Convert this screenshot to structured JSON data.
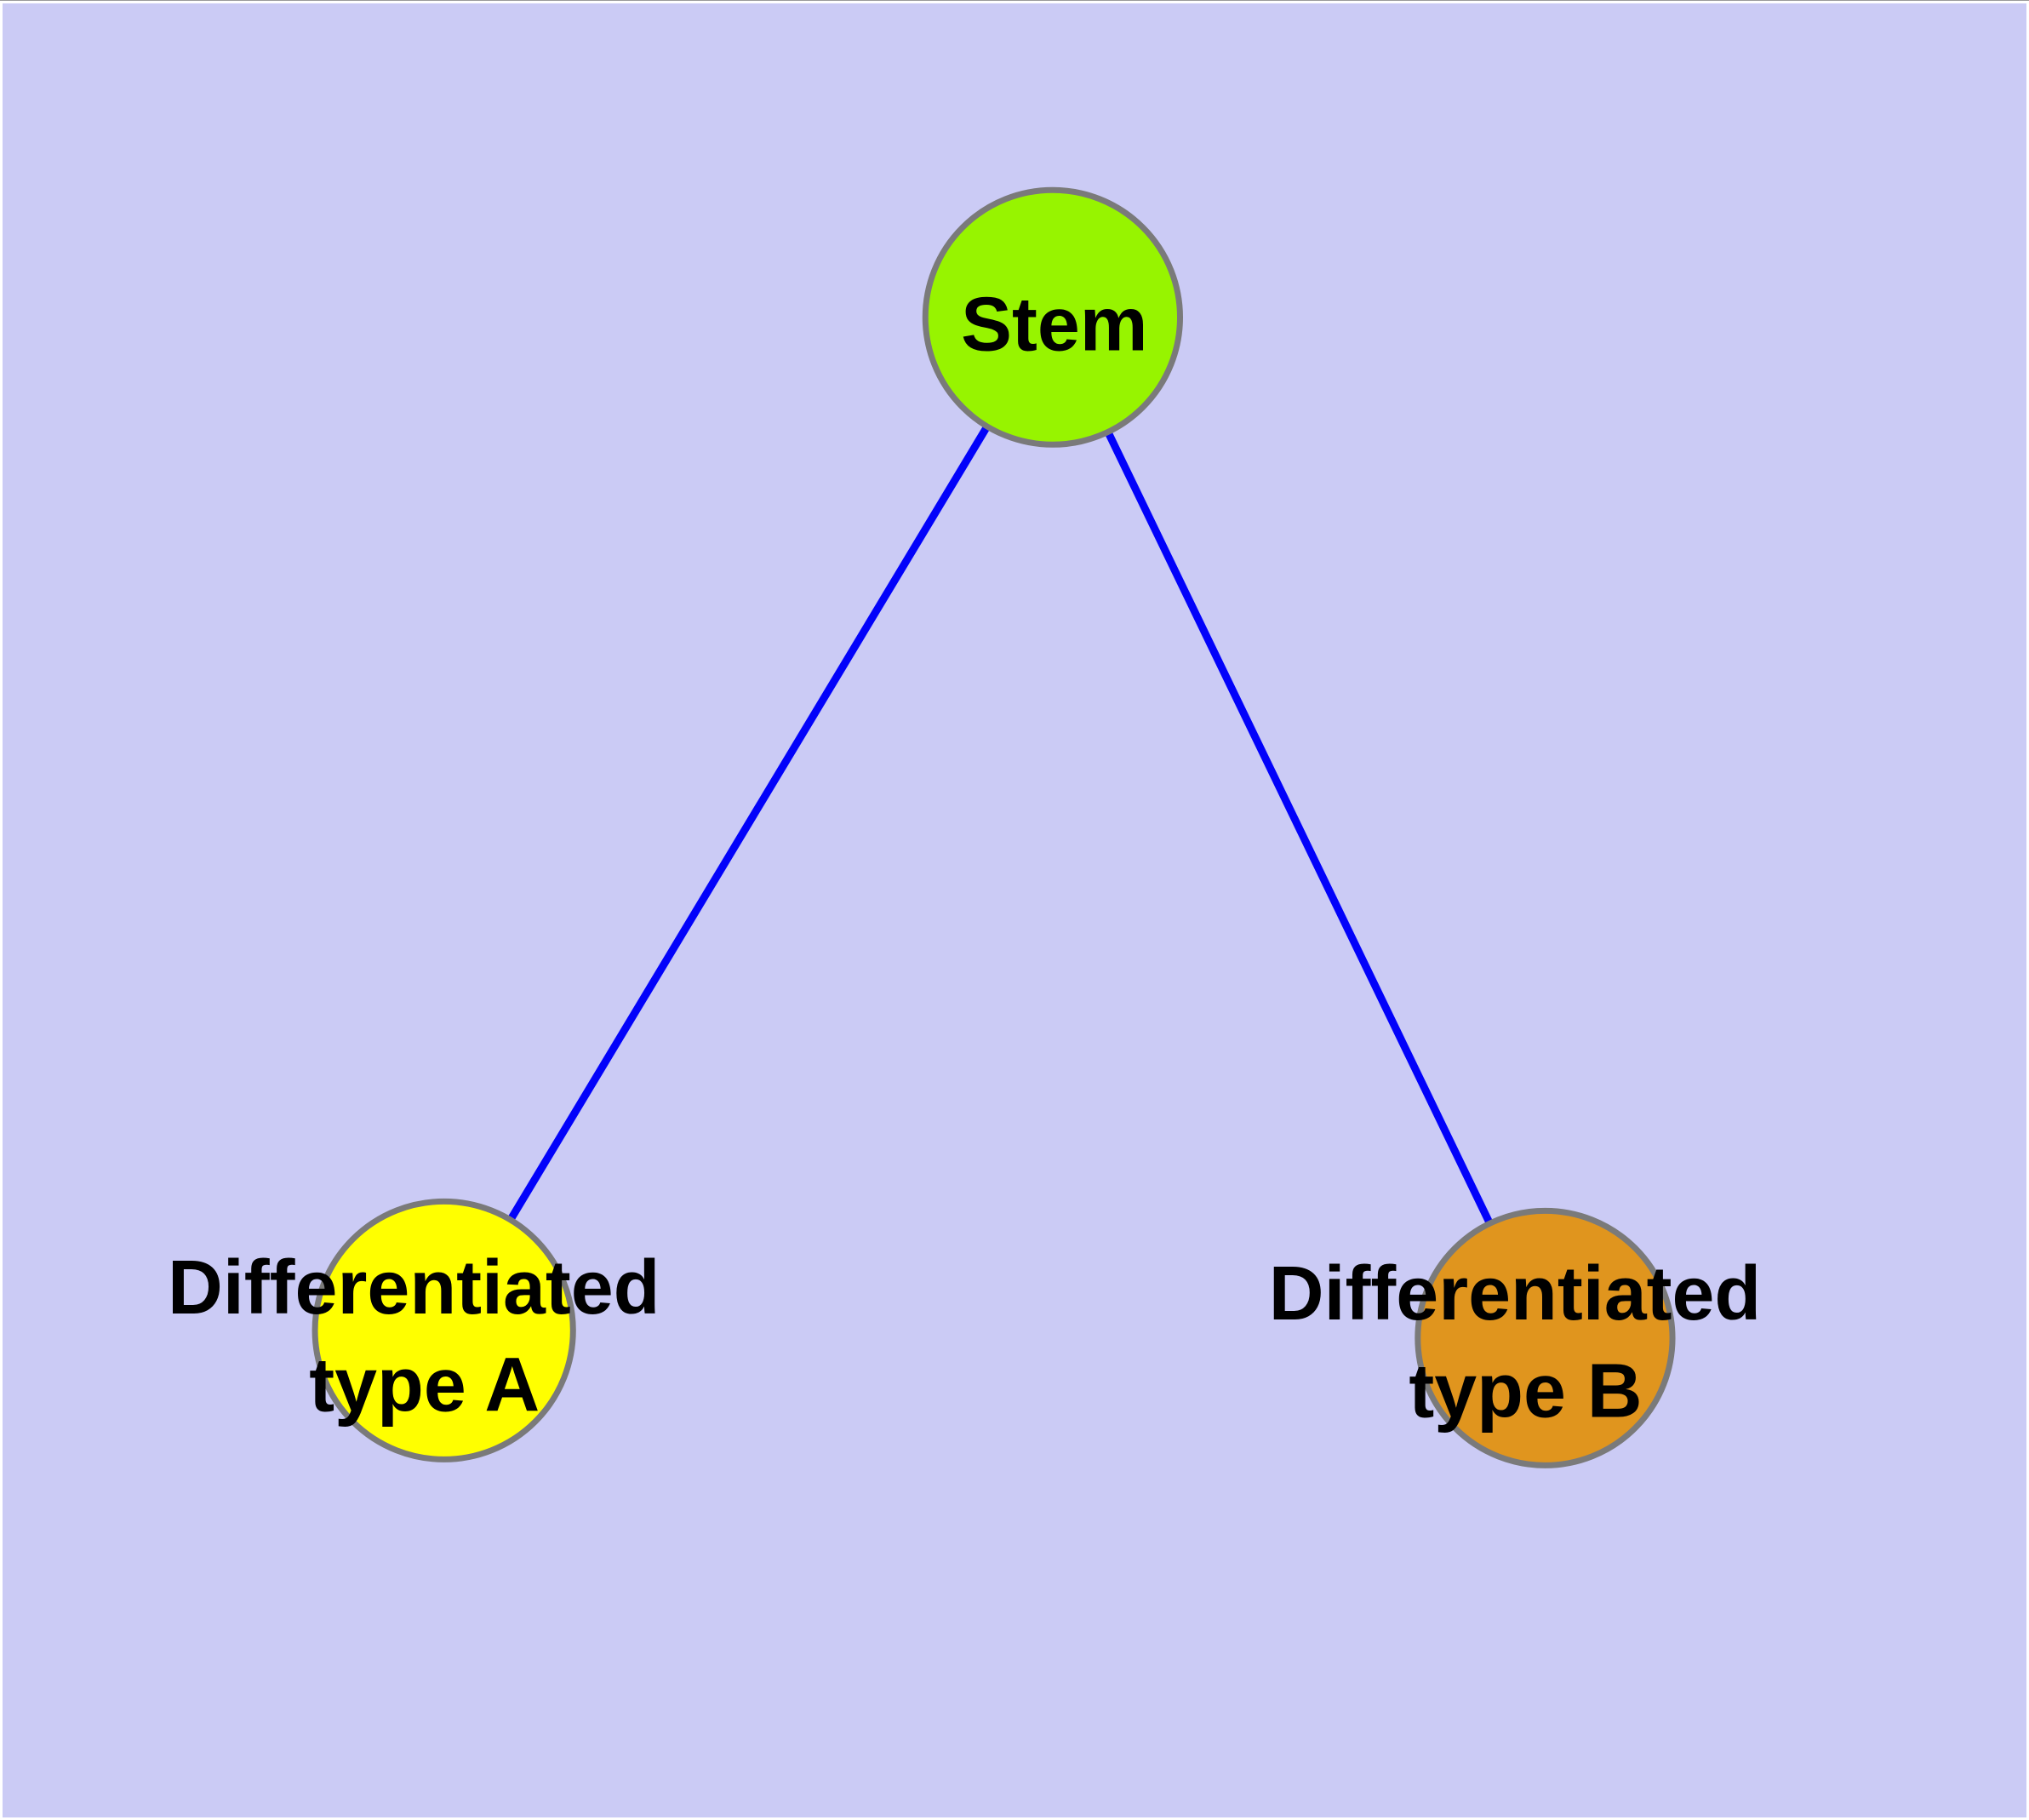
{
  "diagram": {
    "background_color": "#cbcbf5",
    "edge_color": "#0202fa",
    "node_border_color": "#7a7a7a",
    "label_text_color": "#000000",
    "nodes": [
      {
        "id": "stem",
        "label": "Stem",
        "fill": "#97f400"
      },
      {
        "id": "differentiated-type-a",
        "label_line1": "Differentiated",
        "label_line2": "type A",
        "fill": "#ffff00"
      },
      {
        "id": "differentiated-type-b",
        "label_line1": "Differentiated",
        "label_line2": "type B",
        "fill": "#e0951e"
      }
    ],
    "edges": [
      {
        "from": "stem",
        "to": "differentiated-type-a"
      },
      {
        "from": "stem",
        "to": "differentiated-type-b"
      }
    ]
  }
}
